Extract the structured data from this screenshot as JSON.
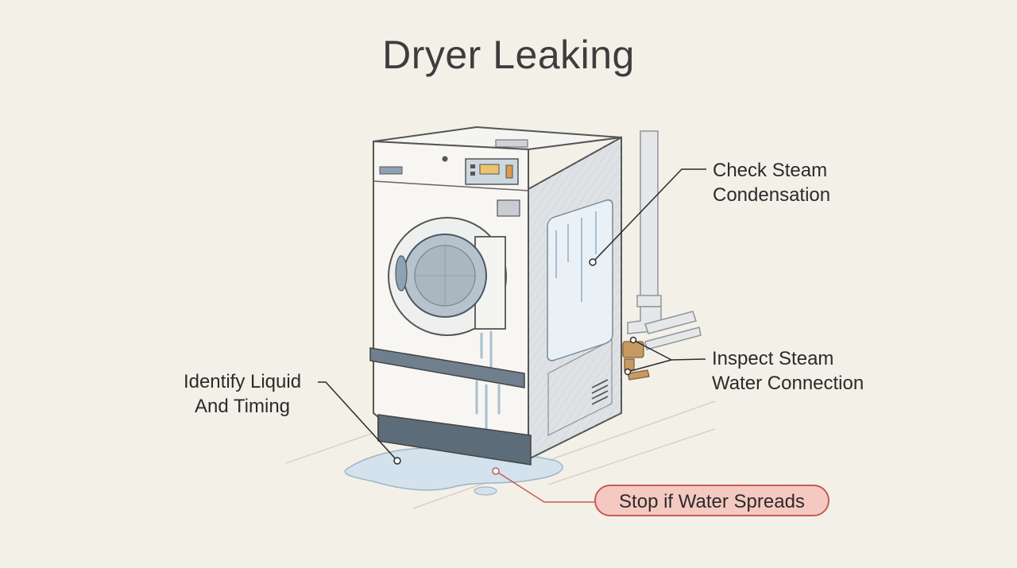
{
  "title": "Dryer Leaking",
  "callouts": {
    "steam_condensation": [
      "Check Steam",
      "Condensation"
    ],
    "steam_connection": [
      "Inspect Steam",
      "Water Connection"
    ],
    "identify": [
      "Identify Liquid",
      "And Timing"
    ],
    "warning": "Stop if Water Spreads"
  },
  "colors": {
    "background": "#f3f0e7",
    "warning_fill": "#f5c9c2",
    "warning_border": "#c75b56",
    "water": "#d3e2ec"
  }
}
